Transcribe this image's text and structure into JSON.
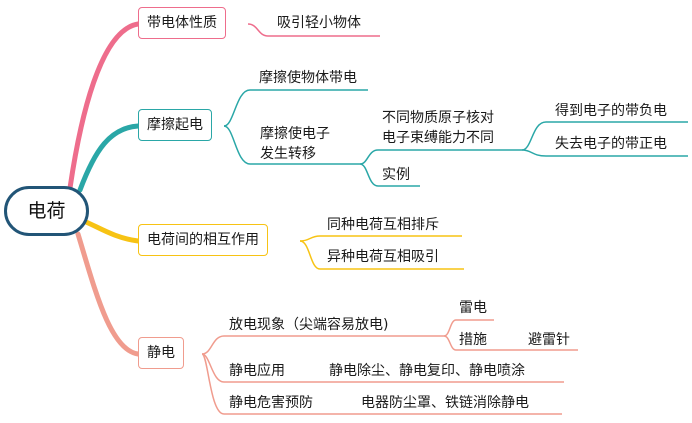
{
  "root": {
    "label": "电荷"
  },
  "branches": [
    {
      "label": "带电体性质",
      "color": "#ee6d8c",
      "children": [
        {
          "label": "吸引轻小物体"
        }
      ]
    },
    {
      "label": "摩擦起电",
      "color": "#2aa7a7",
      "children": [
        {
          "label": "摩擦使物体带电"
        },
        {
          "label": "摩擦使电子\n发生转移",
          "children": [
            {
              "label": "不同物质原子核对\n电子束缚能力不同",
              "children": [
                {
                  "label": "得到电子的带负电"
                },
                {
                  "label": "失去电子的带正电"
                }
              ]
            },
            {
              "label": "实例"
            }
          ]
        }
      ]
    },
    {
      "label": "电荷间的相互作用",
      "color": "#f7c314",
      "children": [
        {
          "label": "同种电荷互相排斥"
        },
        {
          "label": "异种电荷互相吸引"
        }
      ]
    },
    {
      "label": "静电",
      "color": "#f09c8e",
      "children": [
        {
          "label": "放电现象（尖端容易放电)",
          "children": [
            {
              "label": "雷电"
            },
            {
              "label": "措施",
              "children": [
                {
                  "label": "避雷针"
                }
              ]
            }
          ]
        },
        {
          "label": "静电应用",
          "children": [
            {
              "label": "静电除尘、静电复印、静电喷涂"
            }
          ]
        },
        {
          "label": "静电危害预防",
          "children": [
            {
              "label": "电器防尘罩、铁链消除静电"
            }
          ]
        }
      ]
    }
  ]
}
